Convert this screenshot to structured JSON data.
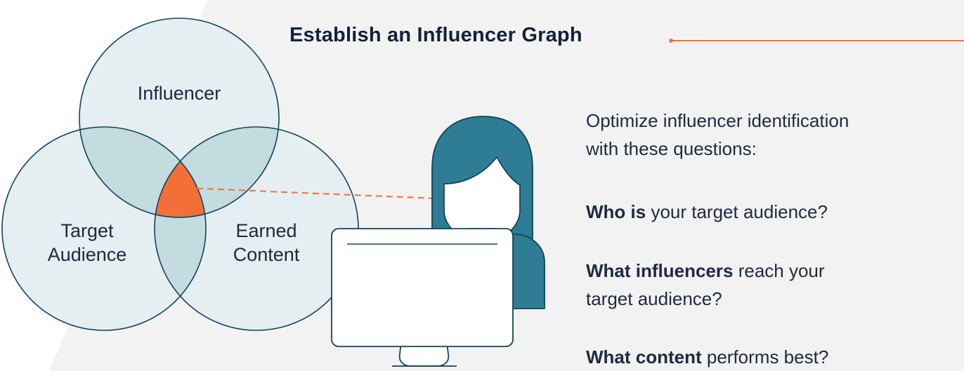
{
  "title": "Establish an Influencer Graph",
  "venn": {
    "top_label": "Influencer",
    "left_label_line1": "Target",
    "left_label_line2": "Audience",
    "right_label_line1": "Earned",
    "right_label_line2": "Content"
  },
  "intro_line1": "Optimize influencer identification",
  "intro_line2": "with these questions:",
  "questions": [
    {
      "bold": "Who is",
      "rest": " your target audience?"
    },
    {
      "bold": "What influencers",
      "rest": " reach your",
      "line2": "target audience?"
    },
    {
      "bold": "What content",
      "rest": " performs best?"
    }
  ],
  "colors": {
    "background_panel": "#f2f2f2",
    "circle_fill": "#e5eef1",
    "overlap_fill": "#c3dcdf",
    "outline": "#14435a",
    "accent_orange": "#f36f3a",
    "person_teal": "#2e7d94"
  }
}
